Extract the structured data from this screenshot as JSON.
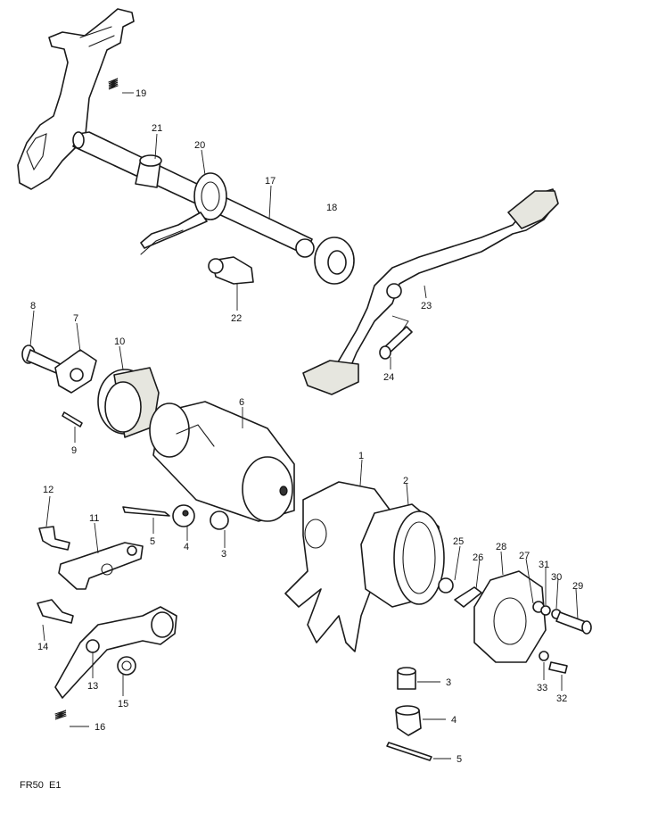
{
  "diagram": {
    "reference": "FR50  E1",
    "labels": [
      {
        "id": "19",
        "text": "19"
      },
      {
        "id": "21",
        "text": "21"
      },
      {
        "id": "20",
        "text": "20"
      },
      {
        "id": "17",
        "text": "17"
      },
      {
        "id": "18",
        "text": "18"
      },
      {
        "id": "22",
        "text": "22"
      },
      {
        "id": "23",
        "text": "23"
      },
      {
        "id": "24",
        "text": "24"
      },
      {
        "id": "8",
        "text": "8"
      },
      {
        "id": "7",
        "text": "7"
      },
      {
        "id": "10",
        "text": "10"
      },
      {
        "id": "9",
        "text": "9"
      },
      {
        "id": "6",
        "text": "6"
      },
      {
        "id": "1",
        "text": "1"
      },
      {
        "id": "2",
        "text": "2"
      },
      {
        "id": "12",
        "text": "12"
      },
      {
        "id": "11",
        "text": "11"
      },
      {
        "id": "5a",
        "text": "5"
      },
      {
        "id": "4a",
        "text": "4"
      },
      {
        "id": "3a",
        "text": "3"
      },
      {
        "id": "25",
        "text": "25"
      },
      {
        "id": "26",
        "text": "26"
      },
      {
        "id": "28",
        "text": "28"
      },
      {
        "id": "27",
        "text": "27"
      },
      {
        "id": "31",
        "text": "31"
      },
      {
        "id": "30",
        "text": "30"
      },
      {
        "id": "29",
        "text": "29"
      },
      {
        "id": "14",
        "text": "14"
      },
      {
        "id": "13",
        "text": "13"
      },
      {
        "id": "15",
        "text": "15"
      },
      {
        "id": "16",
        "text": "16"
      },
      {
        "id": "3b",
        "text": "3"
      },
      {
        "id": "4b",
        "text": "4"
      },
      {
        "id": "5b",
        "text": "5"
      },
      {
        "id": "33",
        "text": "33"
      },
      {
        "id": "32",
        "text": "32"
      }
    ]
  }
}
